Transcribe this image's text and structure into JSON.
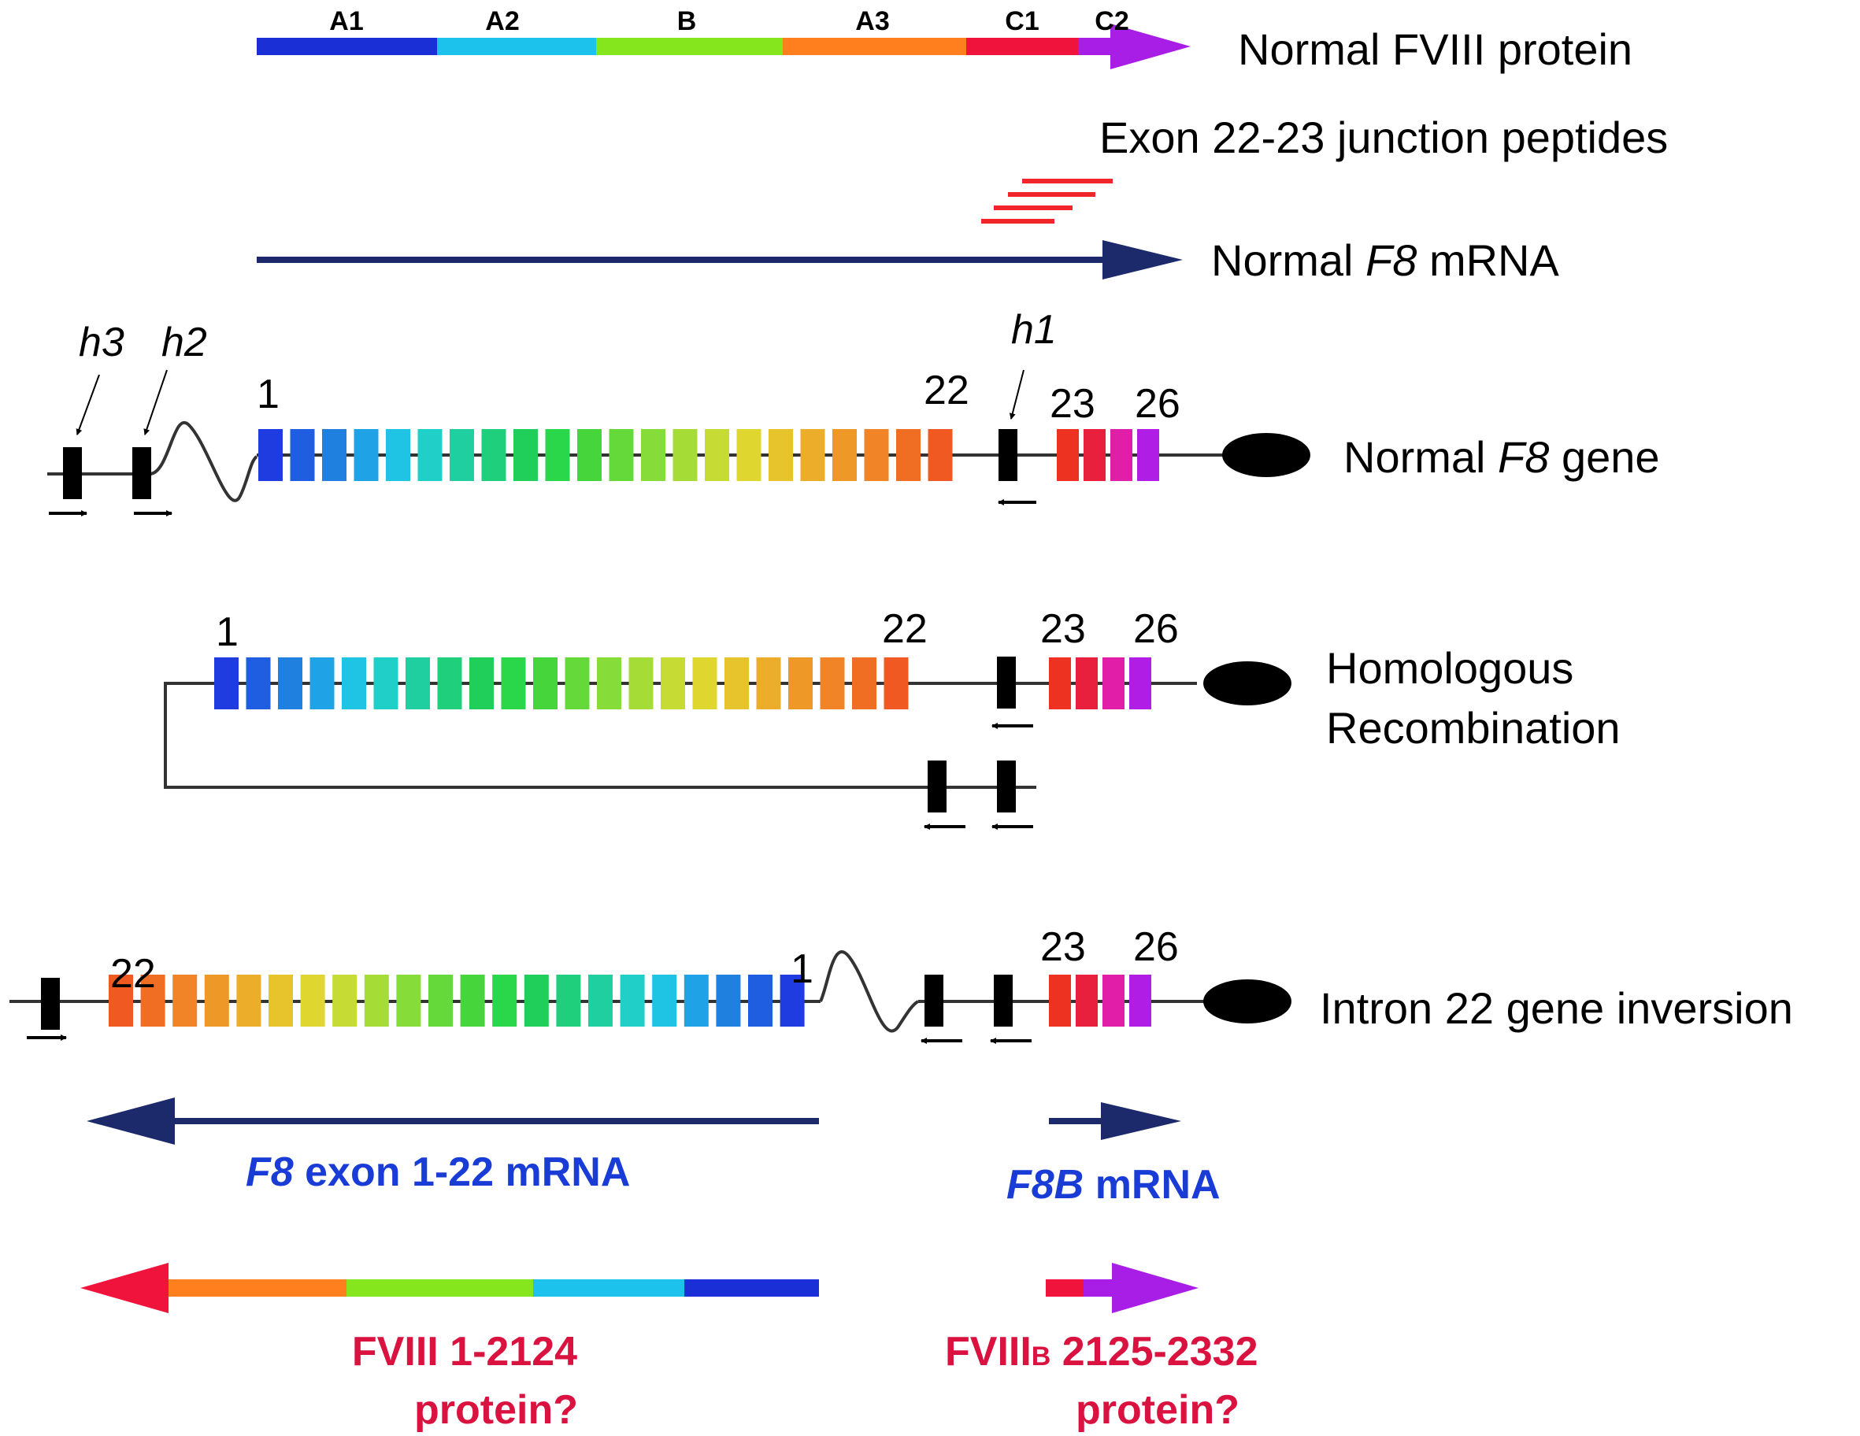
{
  "labels": {
    "protein_title": "Normal FVIII protein",
    "peptides_title": "Exon 22-23 junction peptides",
    "mrna_pre": "Normal ",
    "mrna_it": "F8",
    "mrna_post": " mRNA",
    "gene_pre": "Normal ",
    "gene_it": "F8",
    "gene_post": " gene",
    "recomb_line1": "Homologous",
    "recomb_line2": "Recombination",
    "inversion": "Intron 22 gene inversion",
    "f8_exon_it": "F8",
    "f8_exon_rest": " exon 1-22 mRNA",
    "f8b_it": "F8B",
    "f8b_rest": " mRNA",
    "fviii_a_line1": "FVIII 1-2124",
    "fviii_a_line2": "protein?",
    "fviii_b_main": "FVIII",
    "fviii_b_sub": "B",
    "fviii_b_rest": " 2125-2332",
    "fviii_b_line2": "protein?"
  },
  "protein_domains": [
    "A1",
    "A2",
    "B",
    "A3",
    "C1",
    "C2"
  ],
  "homology_regions": [
    "h3",
    "h2",
    "h1"
  ],
  "exon_labels": {
    "first": "1",
    "intron_exon": "22",
    "after_intron": "23",
    "last": "26"
  },
  "colors": {
    "A1": "#1a2fd6",
    "A2": "#1cc2ec",
    "B": "#86e61e",
    "A3": "#ff7f1e",
    "C1": "#f0143c",
    "C2": "#a81ee6",
    "mrna": "#1c2a6b",
    "peptide": "#f0262a",
    "label_blue": "#1a3cd6",
    "label_red": "#d9123f"
  },
  "exon_colors": [
    "#1f3ce0",
    "#1f5ee0",
    "#1f80e0",
    "#1fa3e6",
    "#1fc4e4",
    "#1fcfc8",
    "#1fcfa0",
    "#1fcf7c",
    "#1fcf5a",
    "#2ad64a",
    "#46d63c",
    "#66d93a",
    "#86dc38",
    "#a6dc36",
    "#c6dc34",
    "#e0d630",
    "#e8c42c",
    "#ecae2a",
    "#ee9828",
    "#f08426",
    "#f06e24",
    "#f05a22",
    "#ee3222",
    "#e8203e",
    "#e01ea8",
    "#b01ee6"
  ]
}
